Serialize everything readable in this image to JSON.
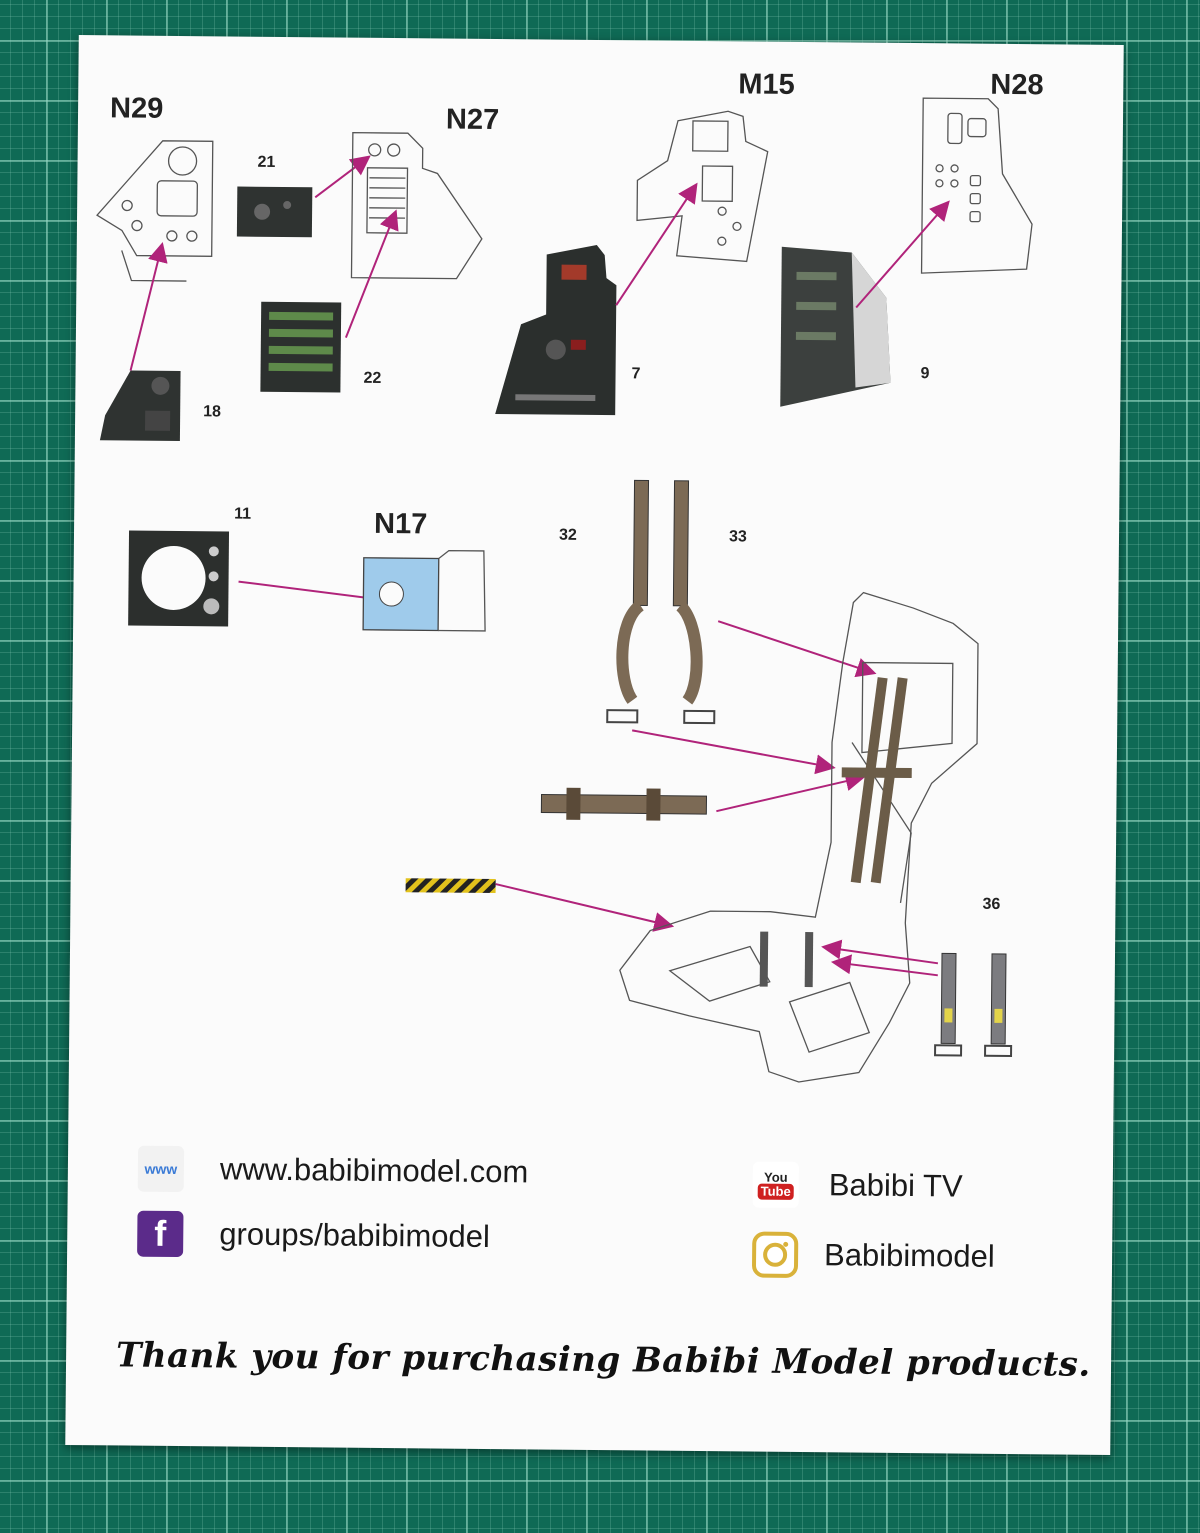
{
  "parts": {
    "N29": "N29",
    "N27": "N27",
    "M15": "M15",
    "N28": "N28",
    "N17": "N17",
    "p21": "21",
    "p22": "22",
    "p18": "18",
    "p7": "7",
    "p9": "9",
    "p11": "11",
    "p32": "32",
    "p33": "33",
    "p36": "36"
  },
  "links": {
    "website_icon": "www",
    "website": "www.babibimodel.com",
    "facebook_icon": "f",
    "facebook": "groups/babibimodel",
    "youtube_icon_top": "You",
    "youtube_icon_bottom": "Tube",
    "youtube": "Babibi TV",
    "instagram": "Babibimodel"
  },
  "footer": {
    "thanks": "Thank you for purchasing Babibi Model products."
  },
  "colors": {
    "accent_arrow": "#b0237a",
    "instrument_panel": "#2b2f2d",
    "belt": "#7c6a55",
    "blue_part": "#9fcbeb",
    "mat_green": "#0f6a55"
  }
}
